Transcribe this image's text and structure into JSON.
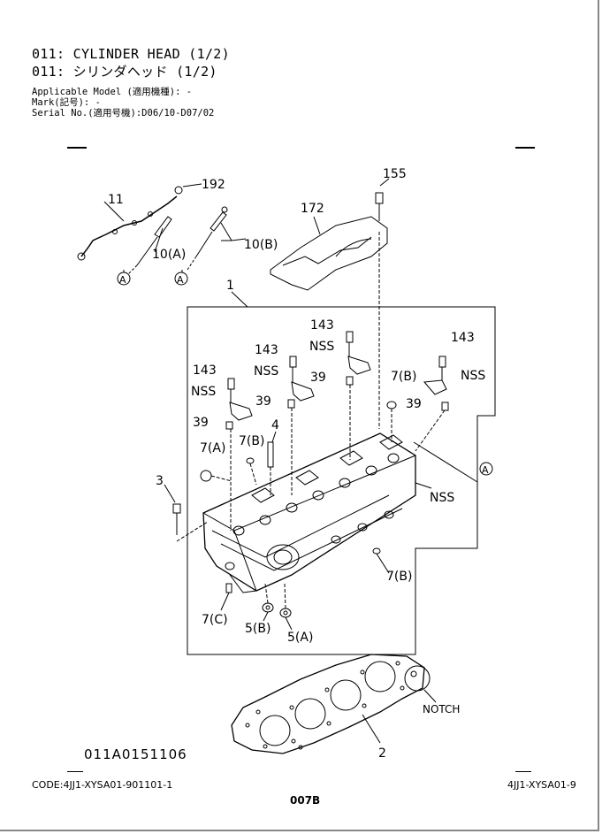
{
  "header": {
    "title_en": "011: CYLINDER HEAD (1/2)",
    "title_jp": "011: シリンダヘッド (1/2)",
    "applicable_model": "Applicable Model (適用機種): -",
    "mark": "Mark(記号): -",
    "serial_no": "Serial No.(適用号機):D06/10-D07/02"
  },
  "diagram": {
    "drawing_number": "011A0151106",
    "callouts": {
      "c192": "192",
      "c11": "11",
      "c10a": "10(A)",
      "c10b": "10(B)",
      "c155": "155",
      "c172": "172",
      "c1": "1",
      "c143_a": "143",
      "c143_b": "143",
      "c143_c": "143",
      "c143_d": "143",
      "nss_a": "NSS",
      "nss_b": "NSS",
      "nss_c": "NSS",
      "nss_d": "NSS",
      "nss_e": "NSS",
      "c39_a": "39",
      "c39_b": "39",
      "c39_c": "39",
      "c39_d": "39",
      "c7b_a": "7(B)",
      "c7b_b": "7(B)",
      "c7b_c": "7(B)",
      "c7a": "7(A)",
      "c7c": "7(C)",
      "c4": "4",
      "c3": "3",
      "c5b": "5(B)",
      "c5a": "5(A)",
      "notch": "NOTCH",
      "c2": "2",
      "ref_a": "A"
    }
  },
  "footer": {
    "code": "CODE:4JJ1-XYSA01-901101-1",
    "model": "4JJ1-XYSA01-9",
    "page": "007B"
  }
}
